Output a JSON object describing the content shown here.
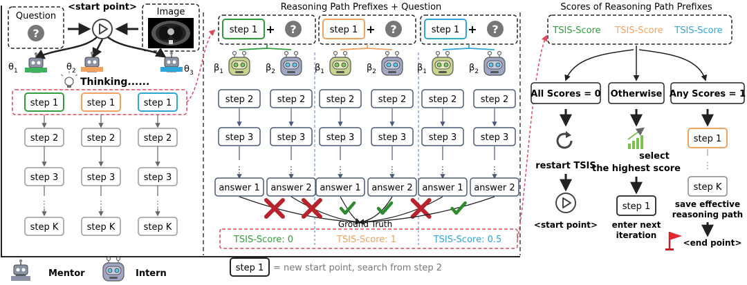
{
  "left": {
    "start_point": "<start point>",
    "question_label": "Question",
    "image_label": "Image",
    "q_mark": "?",
    "mentor_labels": [
      "θ",
      "θ",
      "θ"
    ],
    "mentor_subs": [
      "1",
      "2",
      "3"
    ],
    "thinking": "Thinking......",
    "step1": "step 1",
    "step2": "step 2",
    "step3": "step 3",
    "dots": "⋮",
    "stepK": "step K"
  },
  "middle": {
    "title": "Reasoning Path Prefixes + Question",
    "plus": "+",
    "beta": "β",
    "beta_subs": [
      "1",
      "2"
    ],
    "step1": "step 1",
    "step2": "step 2",
    "step3": "step 3",
    "dots": "⋮",
    "answer1": "answer 1",
    "answer2": "answer 2",
    "ground_truth": "Ground Truth",
    "scores": [
      "TSIS-Score: 0",
      "TSIS-Score: 1",
      "TSIS-Score: 0.5"
    ]
  },
  "right": {
    "title": "Scores of Reasoning Path Prefixes",
    "scores": [
      "TSIS-Score",
      "TSIS-Score",
      "TSIS-Score"
    ],
    "cond_all0": "All Scores = 0",
    "cond_other": "Otherwise",
    "cond_any1": "Any Scores = 1",
    "restart": "restart TSIS",
    "start_point": "<start point>",
    "select_1": "select",
    "select_2": "the highest score",
    "step1": "step 1",
    "enter_1": "enter next",
    "enter_2": "iteration",
    "dots": "⋮",
    "stepK": "step K",
    "save_1": "save effective",
    "save_2": "reasoning path",
    "end_point": "<end point>"
  },
  "legend": {
    "mentor": "Mentor",
    "intern": "Intern",
    "step1": "step 1",
    "desc": "= new start point, search from step 2"
  },
  "colors": {
    "green": "#2e9e3a",
    "orange": "#f2a25c",
    "blue": "#2ea6d8",
    "red_dash": "#e0485a",
    "cross": "#b8232b",
    "check": "#2e8b2e"
  }
}
